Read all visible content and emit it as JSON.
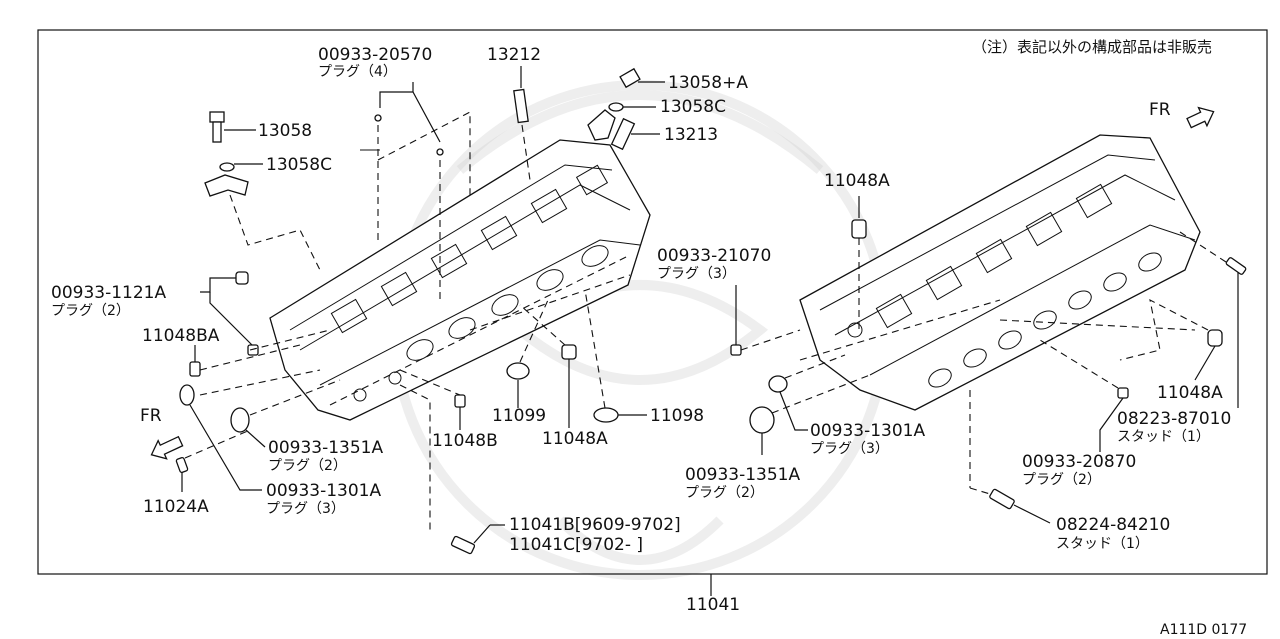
{
  "note": "（注）表記以外の構成部品は非販売",
  "diagram_code": "A111D 0177",
  "assembly_part": "11041",
  "labels": {
    "p00933_20570": "00933-20570",
    "p00933_20570_sub": "プラグ（4）",
    "p13212": "13212",
    "p13058_a": "13058+A",
    "p13058c_r": "13058C",
    "p13213": "13213",
    "p13058": "13058",
    "p13058c_l": "13058C",
    "fr_right": "FR",
    "p11048a_top": "11048A",
    "p00933_21070": "00933-21070",
    "p00933_21070_sub": "プラグ（3）",
    "p00933_1121a": "00933-1121A",
    "p00933_1121a_sub": "プラグ（2）",
    "p11048ba": "11048BA",
    "fr_left": "FR",
    "p11099": "11099",
    "p11048a_mid": "11048A",
    "p11098": "11098",
    "p11048b": "11048B",
    "p00933_1351a_l": "00933-1351A",
    "p00933_1351a_l_sub": "プラグ（2）",
    "p00933_1301a_l": "00933-1301A",
    "p00933_1301a_l_sub": "プラグ（3）",
    "p11024a": "11024A",
    "p11041b": "11041B[9609-9702]",
    "p11041c": "11041C[9702-     ]",
    "p00933_1301a_r": "00933-1301A",
    "p00933_1301a_r_sub": "プラグ（3）",
    "p00933_1351a_r": "00933-1351A",
    "p00933_1351a_r_sub": "プラグ（2）",
    "p11048a_right": "11048A",
    "p08223_87010": "08223-87010",
    "p08223_87010_sub": "スタッド（1）",
    "p00933_20870": "00933-20870",
    "p00933_20870_sub": "プラグ（2）",
    "p08224_84210": "08224-84210",
    "p08224_84210_sub": "スタッド（1）"
  }
}
